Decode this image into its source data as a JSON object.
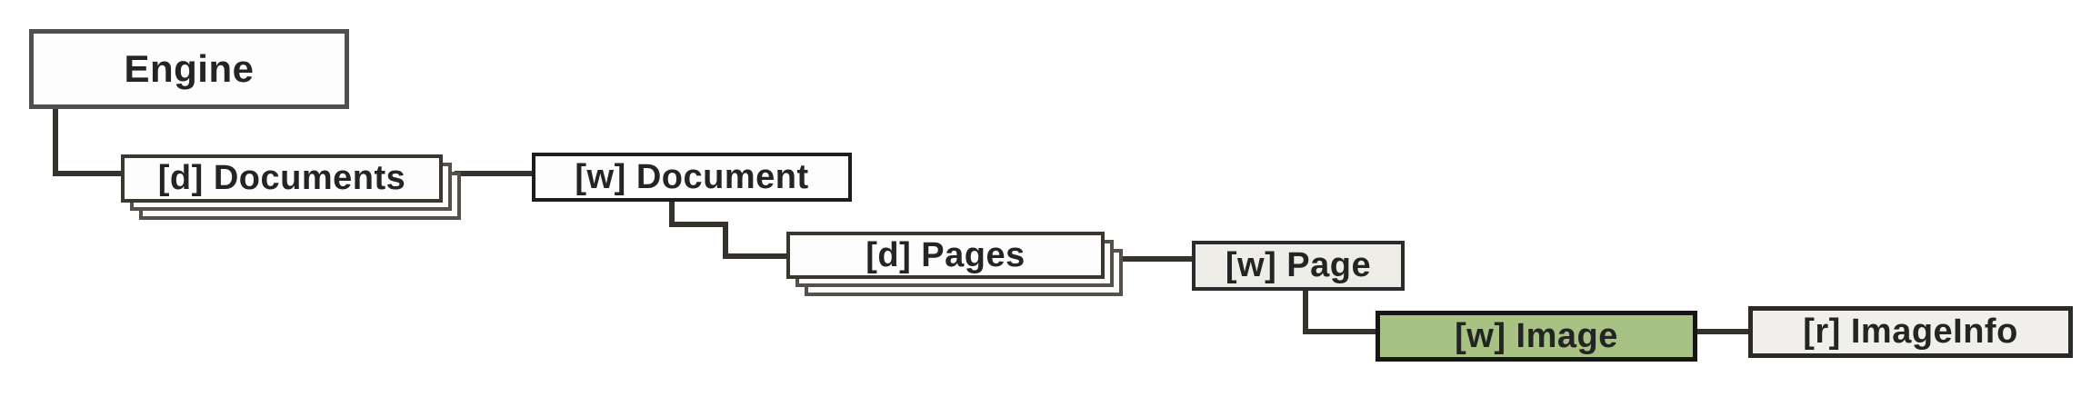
{
  "diagram": {
    "type": "object-hierarchy-tree",
    "colors": {
      "background": "#ffffff",
      "connector": "#35322e",
      "text": "#242424",
      "highlight_green": "#a8c284",
      "muted_fill": "#eeede8",
      "stack_layer_border": "#55514a"
    },
    "nodes": [
      {
        "id": "engine",
        "label": "Engine",
        "kind": "object",
        "fill": "#fdfdfd",
        "border": "#4f4f4f",
        "highlighted": false
      },
      {
        "id": "documents",
        "label": "[d] Documents",
        "kind": "collection",
        "fill": "#fdfdfd",
        "border": "#3a3730",
        "highlighted": false
      },
      {
        "id": "document",
        "label": "[w] Document",
        "kind": "object",
        "fill": "#fdfdfd",
        "border": "#1d1d1d",
        "highlighted": false
      },
      {
        "id": "pages",
        "label": "[d] Pages",
        "kind": "collection",
        "fill": "#fdfdfd",
        "border": "#3a3730",
        "highlighted": false
      },
      {
        "id": "page",
        "label": "[w] Page",
        "kind": "object",
        "fill": "#eeede8",
        "border": "#2b2b2b",
        "highlighted": false
      },
      {
        "id": "image",
        "label": "[w] Image",
        "kind": "object",
        "fill": "#a8c284",
        "border": "#161616",
        "highlighted": true
      },
      {
        "id": "imageinfo",
        "label": "[r] ImageInfo",
        "kind": "object",
        "fill": "#f0efec",
        "border": "#2d2a26",
        "highlighted": false
      }
    ],
    "edges": [
      {
        "from": "engine",
        "to": "documents"
      },
      {
        "from": "documents",
        "to": "document"
      },
      {
        "from": "document",
        "to": "pages"
      },
      {
        "from": "pages",
        "to": "page"
      },
      {
        "from": "page",
        "to": "image"
      },
      {
        "from": "image",
        "to": "imageinfo"
      }
    ]
  }
}
